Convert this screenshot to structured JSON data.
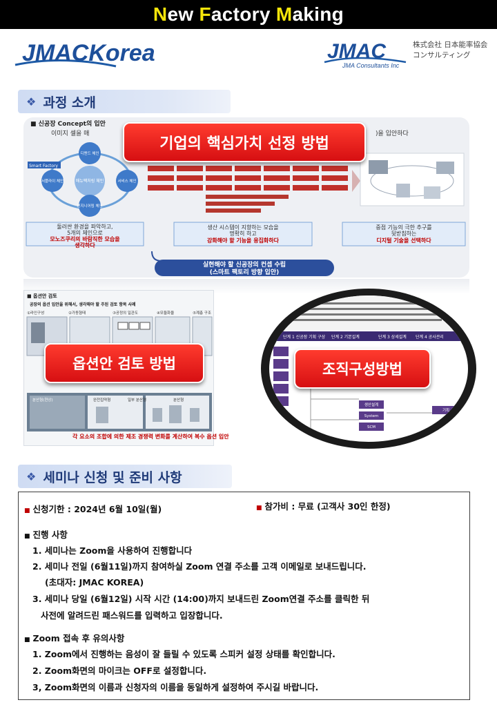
{
  "header": {
    "title_part1": "N",
    "title_part2": "ew ",
    "title_part3": "F",
    "title_part4": "actory ",
    "title_part5": "M",
    "title_part6": "aking"
  },
  "logos": {
    "left": "JMACKorea",
    "right": "JMAC",
    "right_sub": "JMA Consultants Inc",
    "right_jp1": "株式会社 日本能率協会",
    "right_jp2": "コンサルティング"
  },
  "section1": {
    "label": "과정 소개",
    "panel_title": "■ 신공장 Concept의 입안",
    "panel_sub_left": "이미지 셀을 매",
    "panel_sub_right": ")을 입안하다",
    "center_node": "매뉴팩처링 체인",
    "nodes": [
      "디맨드 체인",
      "서비스 체인",
      "엔지니어링 체인",
      "서플라이 체인"
    ],
    "smart_label": "Smart Factory",
    "box1_line1": "둘러싼 환경을 파악하고,",
    "box1_line2": "5개의 체인으로",
    "box1_line3": "모노즈쿠리의 바람직한 모습을",
    "box1_line4": "생각하다",
    "box2_line1": "생산 시스템이 지향하는 모습을",
    "box2_line2": "명확히 하고",
    "box2_line3": "강화해야 할 기능을 응집화하다",
    "box3_line1": "중점 기능의 극한 추구를",
    "box3_line2": "뒷받침하는",
    "box3_line3": "디지털 기술을 선택하다",
    "banner_line1": "실현해야 할 신공장의 컨셉 수립",
    "banner_line2": "(스마트 팩토리 방향 입안)"
  },
  "overlays": {
    "core_value": "기업의 핵심가치 선정 방법",
    "option_review": "옵션안 검토 방법",
    "org_structure": "조직구성방법"
  },
  "option_panel": {
    "title": "■ 옵션안 검토",
    "subtitle": "공장의 옵션 입안을 위해서, 생각해야 할 주된 검토 항목 사례",
    "steps": [
      "①라인구성",
      "②가동형태",
      "③공정의 일관도",
      "④모듈화율",
      "⑤계층 구조"
    ],
    "caption": "각 요소의 조합에 의한 제조 경쟁력 변화를 계산하여 복수 옵션 입안",
    "bottom_labels": [
      "분산형(현상)",
      "완전집약형",
      "일부 분산형",
      "분산형"
    ]
  },
  "org_panel": {
    "stages": [
      "단계 1 신공장 기획 구상",
      "단계 2 기본설계",
      "단계 3 상세설계",
      "단계 4 공사관리"
    ],
    "boxes": [
      "생산설계",
      "System",
      "SCM",
      "기획"
    ]
  },
  "section2": {
    "label": "세미나 신청 및 준비 사항"
  },
  "info": {
    "deadline": "신청기한 : 2024년  6월 10일(월)",
    "fee": "참가비 :  무료 (고객사 30인 한정)",
    "progress_title": "진행 사항",
    "p1": "1. 세미나는 Zoom을 사용하여 진행합니다",
    "p2": "2. 세미나 전일 (6월11일)까지 참여하실 Zoom 연결 주소를 고객 이메일로 보내드립니다.",
    "p2b": "(초대자: JMAC KOREA)",
    "p3": "3. 세미나 당일 (6월12일) 시작 시간 (14:00)까지 보내드린 Zoom연결 주소를 클릭한 뒤",
    "p3b": "사전에 알려드린 패스워드를 입력하고 입장합니다.",
    "zoom_title": "Zoom 접속 후 유의사항",
    "z1": "1. Zoom에서 진행하는 음성이 잘 들릴 수 있도록 스피커 설정 상태를 확인합니다.",
    "z2": "2. Zoom화면의 마이크는 OFF로 설정합니다.",
    "z3": "3, Zoom화면의 이름과 신청자의 이름을 동일하게 설정하여 주시길 바랍니다."
  }
}
